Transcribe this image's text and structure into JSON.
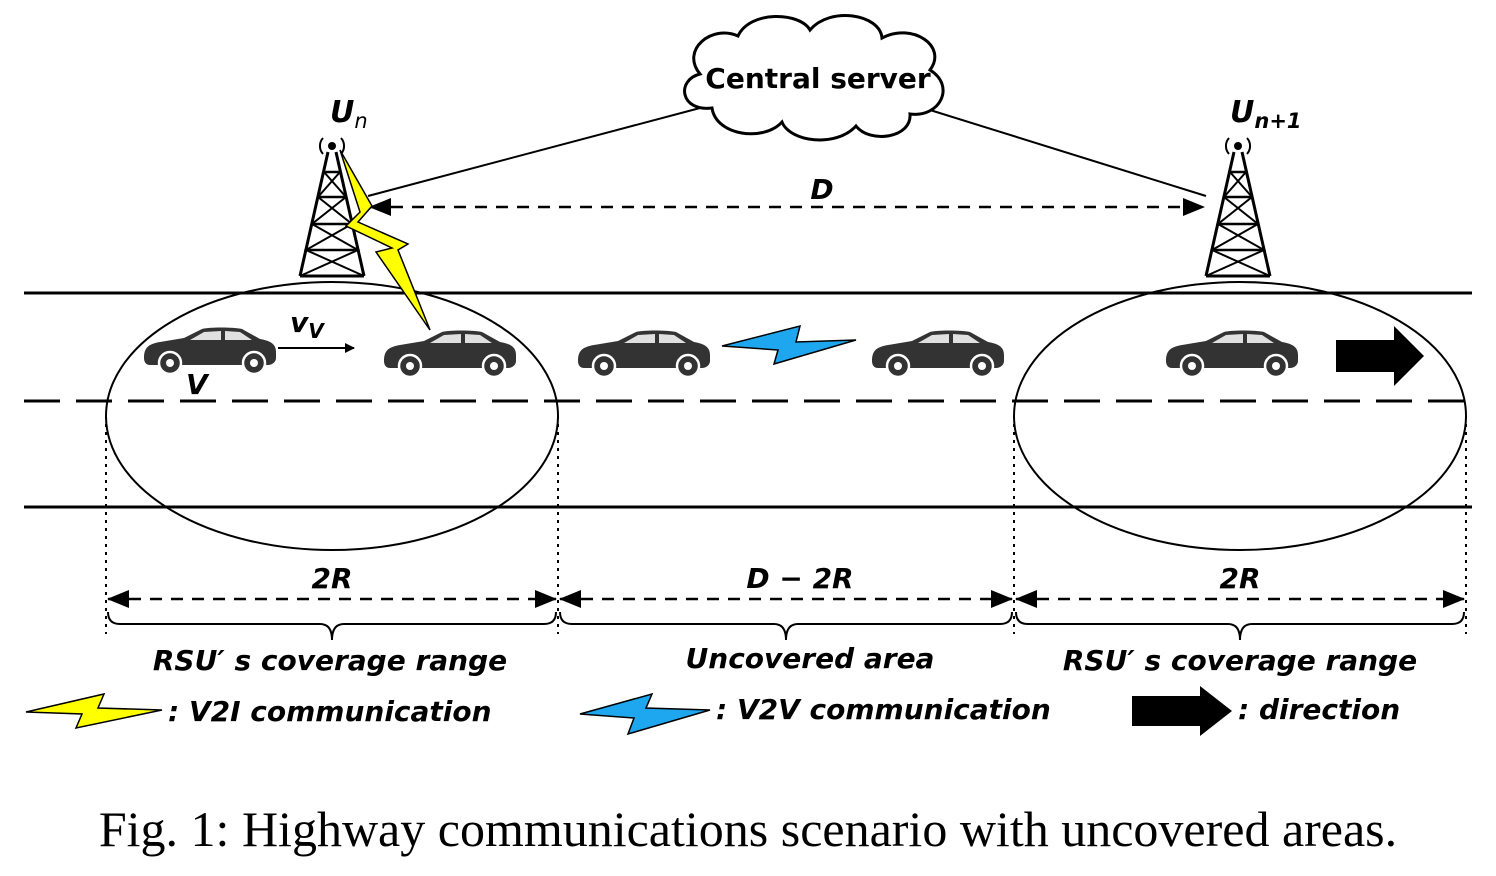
{
  "server": {
    "label": "Central server"
  },
  "rsu_left": {
    "label_main": "U",
    "label_sub": "n"
  },
  "rsu_right": {
    "label_main": "U",
    "label_sub": "n+1"
  },
  "distance_label": "D",
  "vehicle": {
    "label": "V",
    "velocity_main": "v",
    "velocity_sub": "V"
  },
  "segments": {
    "left_width": "2R",
    "middle_width": "D − 2R",
    "right_width": "2R",
    "left_caption": "RSU′ s coverage range",
    "middle_caption": "Uncovered area",
    "right_caption": "RSU′ s coverage range"
  },
  "legend": {
    "v2i": ": V2I  communication",
    "v2v": ": V2V  communication",
    "direction": ": direction"
  },
  "colors": {
    "v2i": "#ffff00",
    "v2v": "#1ea7ee",
    "car": "#333333"
  },
  "caption": "Fig. 1: Highway communications scenario with uncovered areas."
}
